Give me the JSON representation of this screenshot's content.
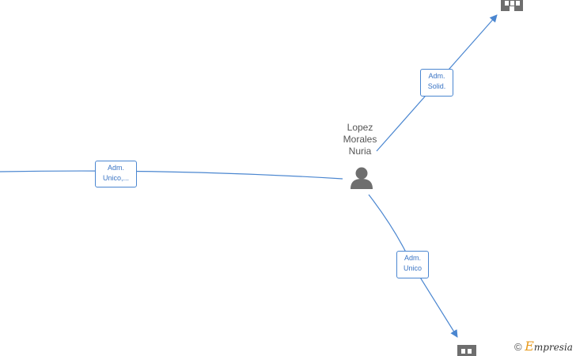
{
  "person": {
    "name_lines": [
      "Lopez",
      "Morales",
      "Nuria"
    ],
    "icon": "person-icon"
  },
  "relations": [
    {
      "lines": [
        "Adm.",
        "Solid."
      ],
      "target_icon": "building-icon"
    },
    {
      "lines": [
        "Adm.",
        "Unico,..."
      ],
      "target_icon": "none"
    },
    {
      "lines": [
        "Adm.",
        "Unico"
      ],
      "target_icon": "building-icon"
    }
  ],
  "footer": {
    "copyright_symbol": "©",
    "brand_initial": "E",
    "brand_rest": "mpresia"
  },
  "colors": {
    "edge": "#4a86d0",
    "node_icon": "#6e6e6e",
    "brand_accent": "#e89a1c"
  }
}
